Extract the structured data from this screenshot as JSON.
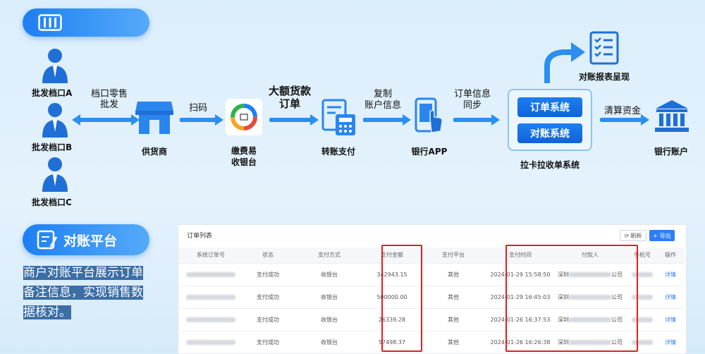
{
  "section1_icon": "columns-icon",
  "section2": {
    "title": "对账平台",
    "icon": "document-pen-icon"
  },
  "wholesalers": [
    "批发档口A",
    "批发档口B",
    "批发档口C"
  ],
  "flow": {
    "retail_label": "档口零售\n批发",
    "supplier": "供货商",
    "scan": "扫码",
    "pay_terminal": "缴费易\n收银台",
    "big_payment": "大额货款\n订单",
    "transfer_pay": "转账支付",
    "copy_account": "复制\n账户信息",
    "bank_app": "银行APP",
    "order_sync": "订单信息\n同步",
    "order_system": "订单系统",
    "recon_system": "对账系统",
    "lakala": "拉卡拉收单系统",
    "recon_report": "对账报表呈现",
    "settle": "清算资金",
    "bank_account": "银行账户"
  },
  "description": "商户对账平台展示订单备注信息，实现销售数据核对。",
  "order_list": {
    "title": "订单列表",
    "refresh_label": "刷新",
    "export_label": "+ 导出",
    "columns": [
      "系统订单号",
      "状态",
      "支付方式",
      "支付金额",
      "支付平台",
      "支付时间",
      "付款人",
      "手机号",
      "操作"
    ],
    "rows": [
      {
        "status": "支付成功",
        "method": "收银台",
        "amount": "342943.15",
        "platform": "其他",
        "time": "2024-01-29 15:58:50",
        "payer": "深圳",
        "payer_suffix": "公司",
        "action": "详情"
      },
      {
        "status": "支付成功",
        "method": "收银台",
        "amount": "500000.00",
        "platform": "其他",
        "time": "2024-01-29 16:45:03",
        "payer": "深圳",
        "payer_suffix": "公司",
        "action": "详情"
      },
      {
        "status": "支付成功",
        "method": "收银台",
        "amount": "26339.28",
        "platform": "其他",
        "time": "2024-01-26 16:37:53",
        "payer": "深圳",
        "payer_suffix": "公司",
        "action": "详情"
      },
      {
        "status": "支付成功",
        "method": "收银台",
        "amount": "57498.37",
        "platform": "其他",
        "time": "2024-01-26 16:26:38",
        "payer": "深圳",
        "payer_suffix": "公司",
        "action": "详情"
      }
    ]
  }
}
